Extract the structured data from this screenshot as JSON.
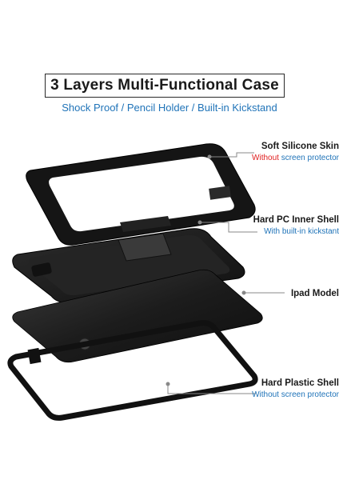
{
  "header": {
    "title": "3 Layers Multi-Functional Case",
    "subtitle": "Shock Proof / Pencil Holder / Built-in Kickstand"
  },
  "layers": [
    {
      "name": "Soft Silicone Skin",
      "note_highlight": "Without",
      "note_rest": " screen protector"
    },
    {
      "name": "Hard PC Inner Shell",
      "note_highlight": "",
      "note_rest": "With built-in kickstant"
    },
    {
      "name": "Ipad Model",
      "note_highlight": "",
      "note_rest": ""
    },
    {
      "name": "Hard Plastic Shell",
      "note_highlight": "",
      "note_rest": "Without screen protector"
    }
  ],
  "colors": {
    "accent": "#1f73b8",
    "warning": "#e02020",
    "product": "#1b1b1b"
  }
}
